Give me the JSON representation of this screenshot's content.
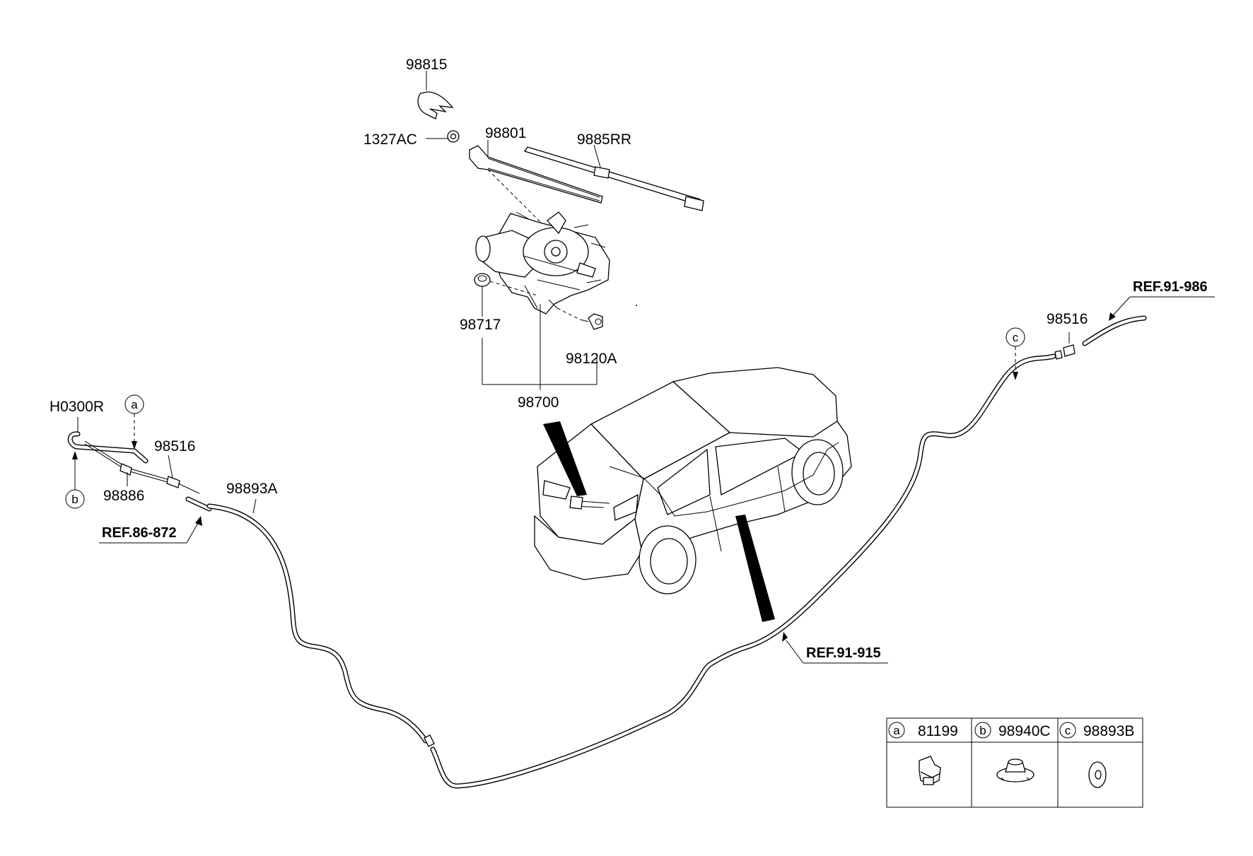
{
  "labels": {
    "part_98815": "98815",
    "part_1327AC": "1327AC",
    "part_98801": "98801",
    "part_9885RR": "9885RR",
    "part_98717": "98717",
    "part_98120A": "98120A",
    "part_98700": "98700",
    "part_H0300R": "H0300R",
    "part_98516_left": "98516",
    "part_98886": "98886",
    "part_98893A": "98893A",
    "part_98516_right": "98516"
  },
  "callouts": {
    "a": "a",
    "b": "b",
    "c": "c"
  },
  "references": {
    "ref_86_872": "REF.86-872",
    "ref_91_915": "REF.91-915",
    "ref_91_986": "REF.91-986"
  },
  "legend": {
    "cells": [
      {
        "letter": "a",
        "part": "81199",
        "icon": "clip-icon"
      },
      {
        "letter": "b",
        "part": "98940C",
        "icon": "grommet-icon"
      },
      {
        "letter": "c",
        "part": "98893B",
        "icon": "cap-icon"
      }
    ]
  }
}
